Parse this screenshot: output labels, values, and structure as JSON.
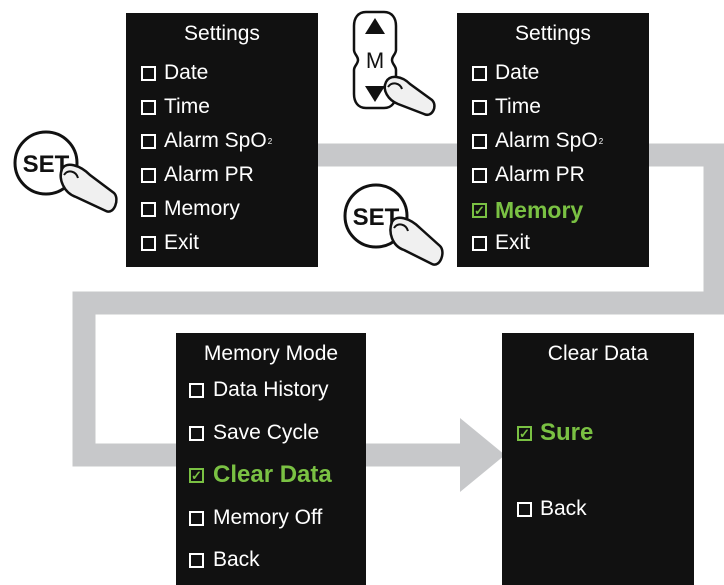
{
  "colors": {
    "screen_bg": "#111111",
    "text": "#ffffff",
    "selected": "#7ac143",
    "connector": "#c7c8ca"
  },
  "screen1": {
    "title": "Settings",
    "items": [
      {
        "label": "Date",
        "checked": false
      },
      {
        "label": "Time",
        "checked": false
      },
      {
        "label": "Alarm SpO",
        "sub": "2",
        "checked": false
      },
      {
        "label": "Alarm PR",
        "checked": false
      },
      {
        "label": "Memory",
        "checked": false
      },
      {
        "label": "Exit",
        "checked": false
      }
    ]
  },
  "screen2": {
    "title": "Settings",
    "items": [
      {
        "label": "Date",
        "checked": false
      },
      {
        "label": "Time",
        "checked": false
      },
      {
        "label": "Alarm SpO",
        "sub": "2",
        "checked": false
      },
      {
        "label": "Alarm PR",
        "checked": false
      },
      {
        "label": "Memory",
        "checked": true
      },
      {
        "label": "Exit",
        "checked": false
      }
    ]
  },
  "screen3": {
    "title": "Memory Mode",
    "items": [
      {
        "label": "Data History",
        "checked": false
      },
      {
        "label": "Save Cycle",
        "checked": false
      },
      {
        "label": "Clear Data",
        "checked": true
      },
      {
        "label": "Memory Off",
        "checked": false
      },
      {
        "label": "Back",
        "checked": false
      }
    ]
  },
  "screen4": {
    "title": "Clear Data",
    "items": [
      {
        "label": "Sure",
        "checked": true
      },
      {
        "label": "Back",
        "checked": false
      }
    ]
  },
  "buttons": {
    "set_label": "SET",
    "mode_label": "M",
    "mode_button_icons": [
      "triangle-up-icon",
      "triangle-down-icon"
    ],
    "press_icon": "finger-press-icon"
  }
}
